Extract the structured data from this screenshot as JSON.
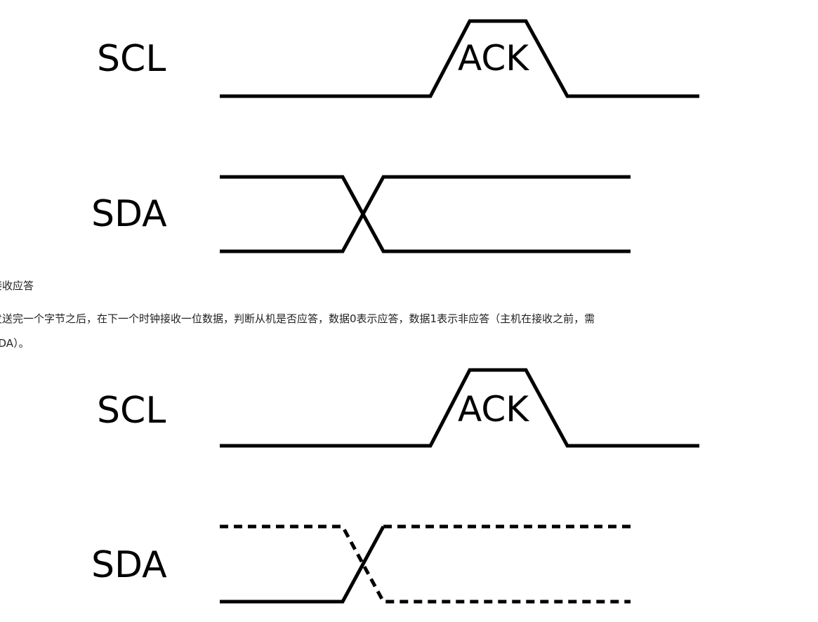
{
  "top_diagram": {
    "scl_label": "SCL",
    "sda_label": "SDA",
    "ack_label": "ACK"
  },
  "section": {
    "heading": "接收应答",
    "paragraph_line1": "发送完一个字节之后，在下一个时钟接收一位数据，判断从机是否应答，数据0表示应答，数据1表示非应答（主机在接收之前，需",
    "paragraph_line2": "SDA）。"
  },
  "bottom_diagram": {
    "scl_label": "SCL",
    "sda_label": "SDA",
    "ack_label": "ACK"
  }
}
